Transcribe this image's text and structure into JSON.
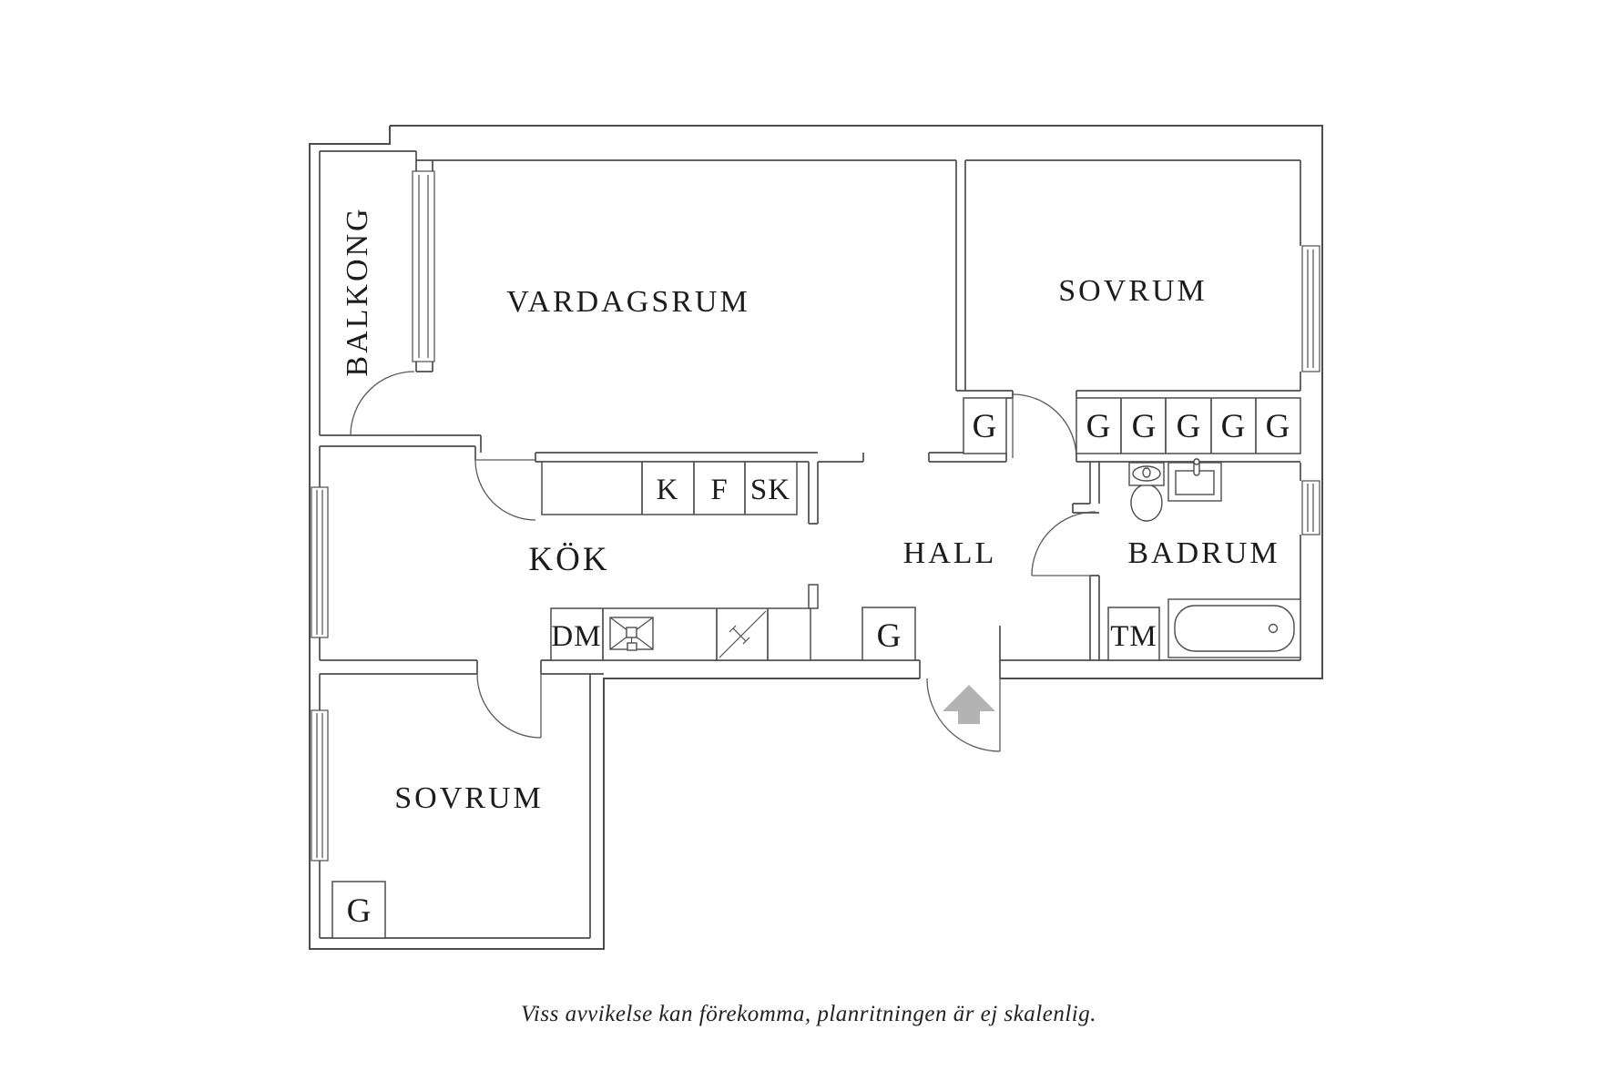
{
  "colors": {
    "background": "#ffffff",
    "wall_line": "#4d4d4d",
    "label": "#1c1c1c",
    "entry_arrow": "#b3b3b3"
  },
  "floorplan": {
    "rooms": {
      "balkong": {
        "label": "BALKONG"
      },
      "vardagsrum": {
        "label": "VARDAGSRUM"
      },
      "sovrum_1": {
        "label": "SOVRUM"
      },
      "kok": {
        "label": "KÖK"
      },
      "hall": {
        "label": "HALL"
      },
      "badrum": {
        "label": "BADRUM"
      },
      "sovrum_2": {
        "label": "SOVRUM"
      }
    },
    "kitchen": {
      "upper_cabinets": [
        "K",
        "F",
        "SK"
      ],
      "dishwasher": "DM"
    },
    "laundry": {
      "washing_machine": "TM"
    },
    "wardrobes": {
      "sovrum_1_left": "G",
      "sovrum_1_row": [
        "G",
        "G",
        "G",
        "G",
        "G"
      ],
      "hall": "G",
      "sovrum_2": "G"
    },
    "footer": {
      "disclaimer": "Viss avvikelse kan förekomma, planritningen är ej skalenlig."
    }
  }
}
